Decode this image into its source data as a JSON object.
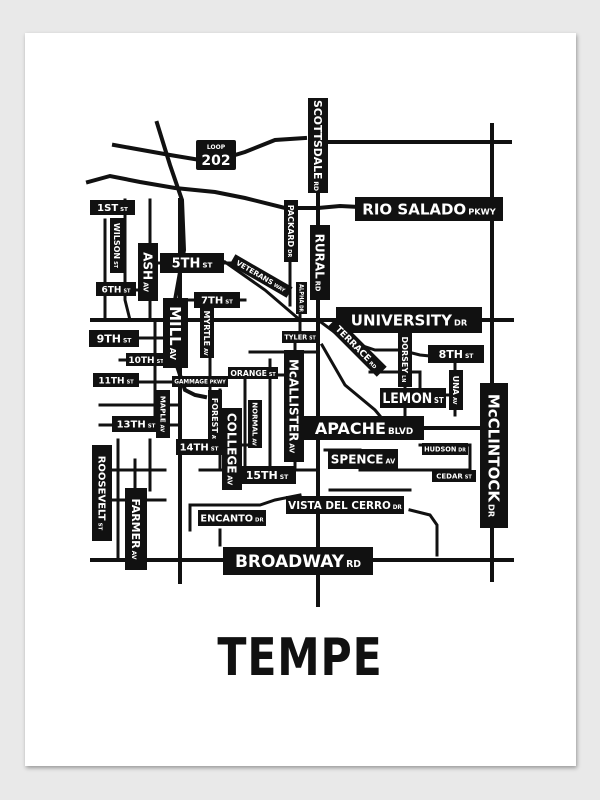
{
  "poster": {
    "title": "TEMPE"
  },
  "shield": {
    "top": "LOOP",
    "number": "202"
  },
  "streets": {
    "scottsdale": {
      "name": "SCOTTSDALE",
      "suffix": "RD"
    },
    "rio_salado": {
      "name": "RIO SALADO",
      "suffix": "PKWY"
    },
    "first": {
      "name": "1ST",
      "suffix": "ST"
    },
    "wilson": {
      "name": "WILSON",
      "suffix": "ST"
    },
    "sixth": {
      "name": "6TH",
      "suffix": "ST"
    },
    "ash": {
      "name": "ASH",
      "suffix": "AV"
    },
    "fifth": {
      "name": "5TH",
      "suffix": "ST"
    },
    "veterans": {
      "name": "VETERANS",
      "suffix": "WAY"
    },
    "packard": {
      "name": "PACKARD",
      "suffix": "DR"
    },
    "rural": {
      "name": "RURAL",
      "suffix": "RD"
    },
    "alpha": {
      "name": "ALPHA",
      "suffix": "DR"
    },
    "seventh": {
      "name": "7TH",
      "suffix": "ST"
    },
    "myrtle": {
      "name": "MYRTLE",
      "suffix": "AV"
    },
    "university": {
      "name": "UNIVERSITY",
      "suffix": "DR"
    },
    "ninth": {
      "name": "9TH",
      "suffix": "ST"
    },
    "tenth": {
      "name": "10TH",
      "suffix": "ST"
    },
    "mill": {
      "name": "MILL",
      "suffix": "AV"
    },
    "tyler": {
      "name": "TYLER",
      "suffix": "ST"
    },
    "terrace": {
      "name": "TERRACE",
      "suffix": "RD"
    },
    "dorsey": {
      "name": "DORSEY",
      "suffix": "LN"
    },
    "eighth": {
      "name": "8TH",
      "suffix": "ST"
    },
    "eleventh": {
      "name": "11TH",
      "suffix": "ST"
    },
    "gammage": {
      "name": "GAMMAGE",
      "suffix": "PKWY"
    },
    "orange": {
      "name": "ORANGE",
      "suffix": "ST"
    },
    "mcallister": {
      "name": "McALLISTER",
      "suffix": "AV"
    },
    "lemon": {
      "name": "LEMON",
      "suffix": "ST"
    },
    "una": {
      "name": "UNA",
      "suffix": "AV"
    },
    "mcclintock": {
      "name": "McCLINTOCK",
      "suffix": "DR"
    },
    "maple": {
      "name": "MAPLE",
      "suffix": "AV"
    },
    "thirteenth": {
      "name": "13TH",
      "suffix": "ST"
    },
    "forest": {
      "name": "FOREST",
      "suffix": "AV"
    },
    "normal": {
      "name": "NORMAL",
      "suffix": "AV"
    },
    "apache": {
      "name": "APACHE",
      "suffix": "BLVD"
    },
    "college": {
      "name": "COLLEGE",
      "suffix": "AV"
    },
    "fourteenth": {
      "name": "14TH",
      "suffix": "ST"
    },
    "hudson": {
      "name": "HUDSON",
      "suffix": "DR"
    },
    "spence": {
      "name": "SPENCE",
      "suffix": "AV"
    },
    "cedar": {
      "name": "CEDAR",
      "suffix": "ST"
    },
    "roosevelt": {
      "name": "ROOSEVELT",
      "suffix": "ST"
    },
    "fifteenth": {
      "name": "15TH",
      "suffix": "ST"
    },
    "farmer": {
      "name": "FARMER",
      "suffix": "AV"
    },
    "vista": {
      "name": "VISTA DEL CERRO",
      "suffix": "DR"
    },
    "encanto": {
      "name": "ENCANTO",
      "suffix": "DR"
    },
    "broadway": {
      "name": "BROADWAY",
      "suffix": "RD"
    }
  },
  "colors": {
    "road": "#111111",
    "background": "#ffffff",
    "frame": "#e9e9e9"
  }
}
